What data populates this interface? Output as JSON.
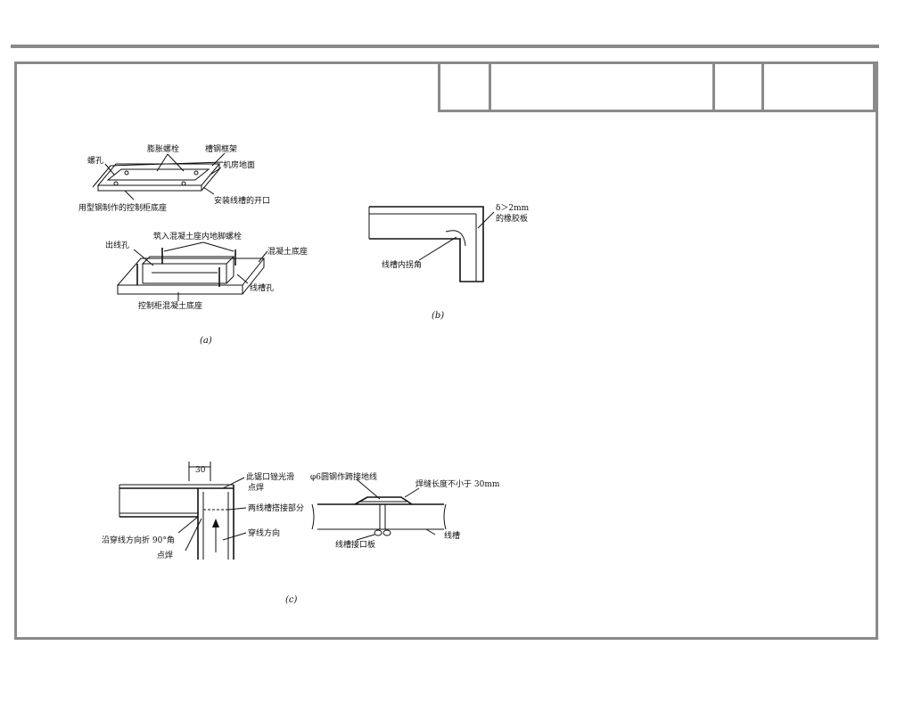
{
  "panel_a": {
    "caption": "(a)",
    "top": {
      "labels": {
        "screw_hole": "螺孔",
        "expansion_bolt": "膨胀螺栓",
        "channel_frame": "槽钢框架",
        "floor": "机房地面",
        "slot_opening": "安装线槽的开口",
        "steel_base": "用型钢制作的控制柜底座"
      }
    },
    "bottom": {
      "labels": {
        "anchor_bolt": "筑入混凝土座内地脚螺栓",
        "outlet_hole": "出线孔",
        "concrete_base": "混凝土底座",
        "trunking_hole": "线槽孔",
        "cabinet_concrete_base": "控制柜混凝土底座"
      }
    }
  },
  "panel_b": {
    "caption": "(b)",
    "labels": {
      "thickness": "δ＞2mm",
      "rubber_pad": "的橡胶板",
      "inner_corner": "线槽内拐角"
    }
  },
  "panel_c": {
    "caption": "(c)",
    "dimension": "30",
    "labels": {
      "saw_smooth": "此锯口锉光滑",
      "spot_weld_top": "点焊",
      "overlap": "两线槽搭接部分",
      "wire_direction": "穿线方向",
      "fold_90": "沿穿线方向折 90°角",
      "spot_weld_bottom": "点焊",
      "jumper": "φ6圆钢作跨接地线",
      "weld_length": "焊缝长度不小于 30mm",
      "trunking": "线槽",
      "joint_plate": "线槽接口板"
    }
  }
}
